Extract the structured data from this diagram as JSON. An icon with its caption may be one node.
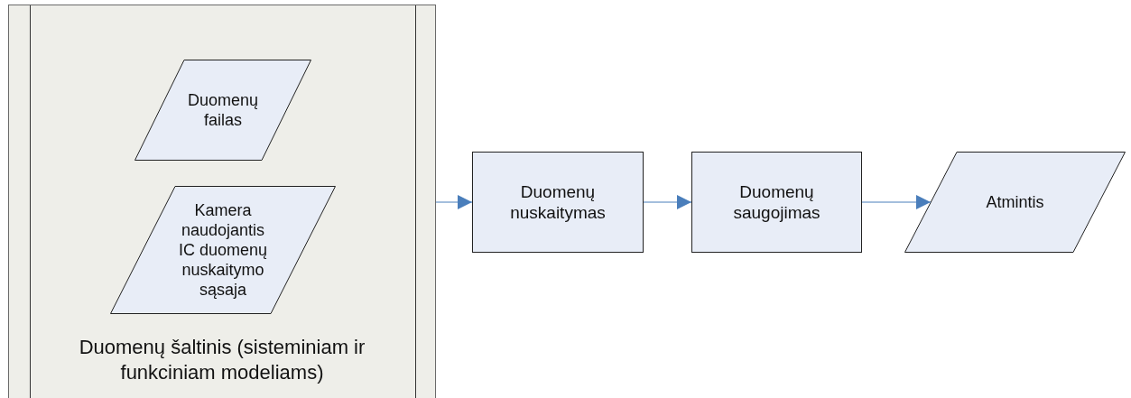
{
  "diagram": {
    "nodes": [
      {
        "text": [
          "Duomenų šaltinis (sisteminiam ir funkciniam modeliams)"
        ]
      },
      {
        "text": [
          "Duomenų failas"
        ],
        "in": 0
      },
      {
        "text": [
          "Kamera naudojantis IC duomenų nuskaitymo sąsaja"
        ],
        "in": 0
      },
      {
        "text": [
          "Duomenų nuskaitymas"
        ]
      },
      {
        "text": [
          "Duomenų saugojimas"
        ]
      },
      {
        "text": [
          "Atmintis"
        ]
      }
    ],
    "edges": [
      {
        "from": 0,
        "to": 3,
        "arrow": "to"
      },
      {
        "from": 3,
        "to": 4,
        "arrow": "to"
      },
      {
        "from": 4,
        "to": 5,
        "arrow": "to"
      }
    ]
  }
}
